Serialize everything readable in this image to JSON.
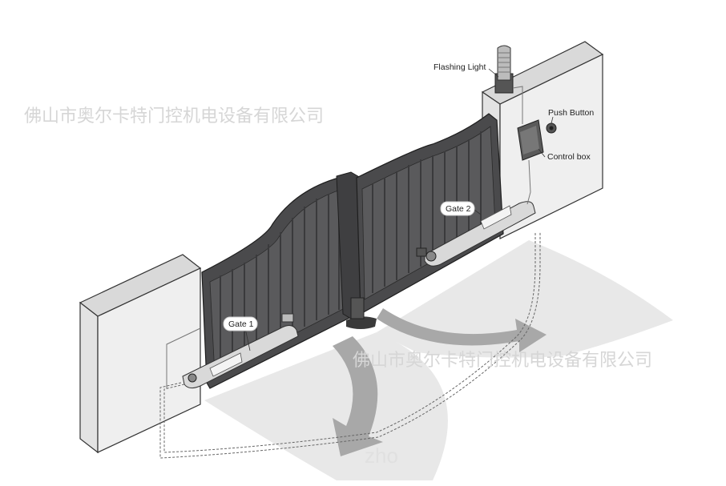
{
  "labels": {
    "flashing_light": "Flashing Light",
    "push_button": "Push Button",
    "control_box": "Control box",
    "gate_1": "Gate 1",
    "gate_2": "Gate 2"
  },
  "watermark": {
    "company_top": "佛山市奥尔卡特门控机电设备有限公司",
    "company_bottom": "佛山市奥尔卡特门控机电设备有限公司",
    "site_partial": "zho"
  },
  "colors": {
    "gate": "#4a4a4c",
    "pillar": "#ebebeb",
    "motor": "#d9d9d9",
    "swing_area": "#e6e6e6",
    "arrow": "#a8a8a8"
  }
}
